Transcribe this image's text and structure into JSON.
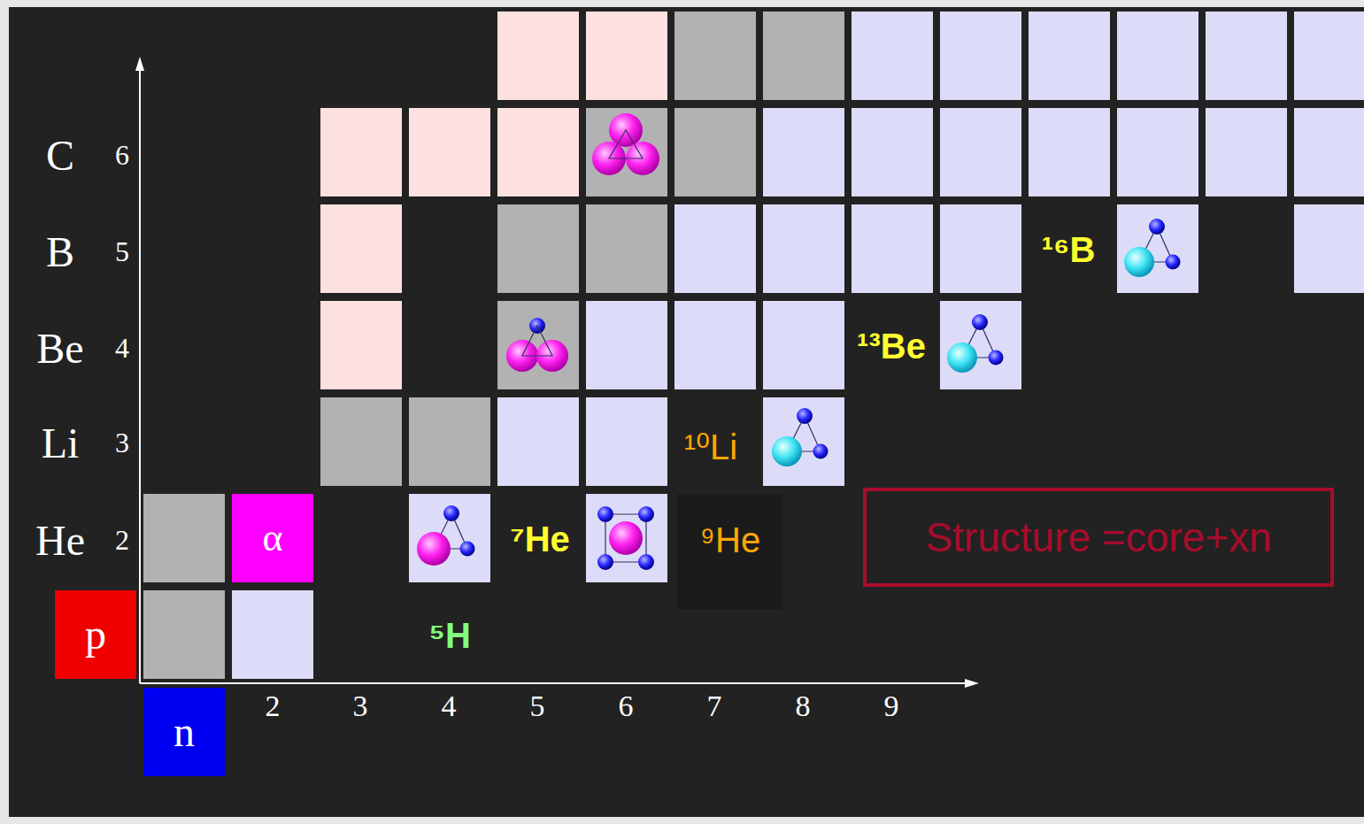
{
  "diagram": {
    "nodes": [
      {
        "text": [
          "α"
        ]
      },
      {
        "text": [
          "⁹He"
        ]
      },
      {
        "text": [
          "Structure =core+xn"
        ]
      },
      {
        "text": [
          "p"
        ]
      },
      {
        "text": [
          "n"
        ]
      }
    ],
    "labels": [
      "C",
      "6",
      "B",
      "5",
      "¹⁶B",
      "Be",
      "4",
      "¹³Be",
      "Li",
      "3",
      "¹⁰Li",
      "He",
      "2",
      "⁷He",
      "⁵H",
      "2",
      "3",
      "4",
      "5",
      "6",
      "7",
      "8",
      "9"
    ]
  }
}
